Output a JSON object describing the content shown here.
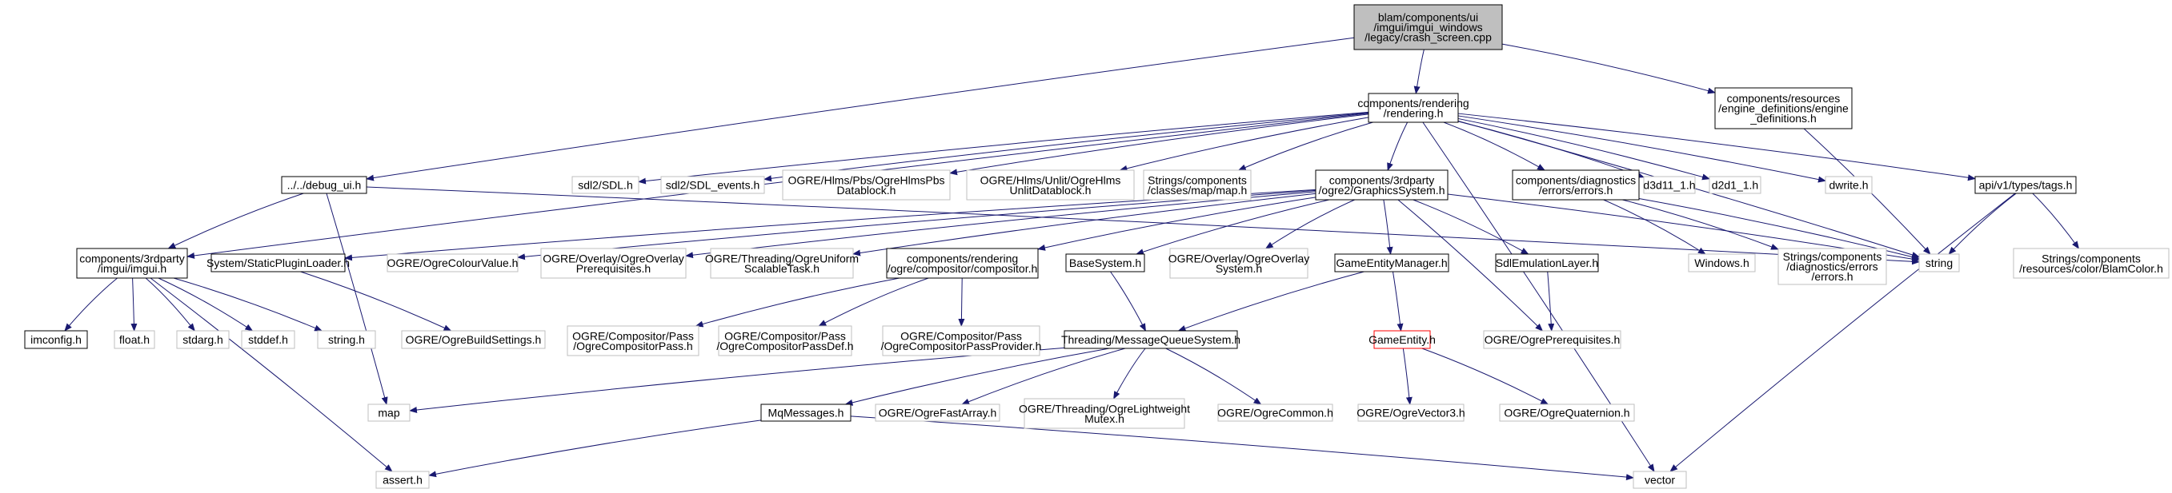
{
  "graph": {
    "nodes": [
      {
        "id": "root",
        "lines": [
          "blam/components/ui",
          "/imgui/imgui_windows",
          "/legacy/crash_screen.cpp"
        ],
        "style": "root"
      },
      {
        "id": "debug_ui",
        "lines": [
          "../../debug_ui.h"
        ],
        "style": "doc"
      },
      {
        "id": "rendering",
        "lines": [
          "components/rendering",
          "/rendering.h"
        ],
        "style": "doc"
      },
      {
        "id": "engine_defs",
        "lines": [
          "components/resources",
          "/engine_definitions/engine",
          "_definitions.h"
        ],
        "style": "doc"
      },
      {
        "id": "sdl",
        "lines": [
          "sdl2/SDL.h"
        ],
        "style": "ext"
      },
      {
        "id": "sdl_events",
        "lines": [
          "sdl2/SDL_events.h"
        ],
        "style": "ext"
      },
      {
        "id": "hlmspbs",
        "lines": [
          "OGRE/Hlms/Pbs/OgreHlmsPbs",
          "Datablock.h"
        ],
        "style": "ext"
      },
      {
        "id": "hlmsunlit",
        "lines": [
          "OGRE/Hlms/Unlit/OgreHlms",
          "UnlitDatablock.h"
        ],
        "style": "ext"
      },
      {
        "id": "strmap",
        "lines": [
          "Strings/components",
          "/classes/map/map.h"
        ],
        "style": "ext"
      },
      {
        "id": "graphicssystem",
        "lines": [
          "components/3rdparty",
          "/ogre2/GraphicsSystem.h"
        ],
        "style": "doc"
      },
      {
        "id": "diag_errors",
        "lines": [
          "components/diagnostics",
          "/errors/errors.h"
        ],
        "style": "doc"
      },
      {
        "id": "d3d11",
        "lines": [
          "d3d11_1.h"
        ],
        "style": "ext"
      },
      {
        "id": "d2d1",
        "lines": [
          "d2d1_1.h"
        ],
        "style": "ext"
      },
      {
        "id": "dwrite",
        "lines": [
          "dwrite.h"
        ],
        "style": "ext"
      },
      {
        "id": "tags",
        "lines": [
          "api/v1/types/tags.h"
        ],
        "style": "doc"
      },
      {
        "id": "imgui",
        "lines": [
          "components/3rdparty",
          "/imgui/imgui.h"
        ],
        "style": "doc"
      },
      {
        "id": "staticplugin",
        "lines": [
          "System/StaticPluginLoader.h"
        ],
        "style": "doc"
      },
      {
        "id": "colourvalue",
        "lines": [
          "OGRE/OgreColourValue.h"
        ],
        "style": "ext"
      },
      {
        "id": "overlayprereq",
        "lines": [
          "OGRE/Overlay/OgreOverlay",
          "Prerequisites.h"
        ],
        "style": "ext"
      },
      {
        "id": "uniformtask",
        "lines": [
          "OGRE/Threading/OgreUniform",
          "ScalableTask.h"
        ],
        "style": "ext"
      },
      {
        "id": "compositor",
        "lines": [
          "components/rendering",
          "/ogre/compositor/compositor.h"
        ],
        "style": "doc"
      },
      {
        "id": "basesystem",
        "lines": [
          "BaseSystem.h"
        ],
        "style": "doc"
      },
      {
        "id": "overlaysystem",
        "lines": [
          "OGRE/Overlay/OgreOverlay",
          "System.h"
        ],
        "style": "ext"
      },
      {
        "id": "gem",
        "lines": [
          "GameEntityManager.h"
        ],
        "style": "doc"
      },
      {
        "id": "sdlemu",
        "lines": [
          "SdlEmulationLayer.h"
        ],
        "style": "doc"
      },
      {
        "id": "windows",
        "lines": [
          "Windows.h"
        ],
        "style": "ext"
      },
      {
        "id": "strdiag",
        "lines": [
          "Strings/components",
          "/diagnostics/errors",
          "/errors.h"
        ],
        "style": "ext"
      },
      {
        "id": "string",
        "lines": [
          "string"
        ],
        "style": "ext"
      },
      {
        "id": "blamcolor",
        "lines": [
          "Strings/components",
          "/resources/color/BlamColor.h"
        ],
        "style": "ext"
      },
      {
        "id": "imconfig",
        "lines": [
          "imconfig.h"
        ],
        "style": "doc"
      },
      {
        "id": "float",
        "lines": [
          "float.h"
        ],
        "style": "ext"
      },
      {
        "id": "stdarg",
        "lines": [
          "stdarg.h"
        ],
        "style": "ext"
      },
      {
        "id": "stddef",
        "lines": [
          "stddef.h"
        ],
        "style": "ext"
      },
      {
        "id": "string_h",
        "lines": [
          "string.h"
        ],
        "style": "ext"
      },
      {
        "id": "buildsettings",
        "lines": [
          "OGRE/OgreBuildSettings.h"
        ],
        "style": "ext"
      },
      {
        "id": "comppass",
        "lines": [
          "OGRE/Compositor/Pass",
          "/OgreCompositorPass.h"
        ],
        "style": "ext"
      },
      {
        "id": "comppassdef",
        "lines": [
          "OGRE/Compositor/Pass",
          "/OgreCompositorPassDef.h"
        ],
        "style": "ext"
      },
      {
        "id": "comppassprov",
        "lines": [
          "OGRE/Compositor/Pass",
          "/OgreCompositorPassProvider.h"
        ],
        "style": "ext"
      },
      {
        "id": "mqsystem",
        "lines": [
          "Threading/MessageQueueSystem.h"
        ],
        "style": "doc"
      },
      {
        "id": "gameentity",
        "lines": [
          "GameEntity.h"
        ],
        "style": "red"
      },
      {
        "id": "ogreprereq",
        "lines": [
          "OGRE/OgrePrerequisites.h"
        ],
        "style": "ext"
      },
      {
        "id": "map",
        "lines": [
          "map"
        ],
        "style": "ext"
      },
      {
        "id": "mqmessages",
        "lines": [
          "MqMessages.h"
        ],
        "style": "doc"
      },
      {
        "id": "fastarray",
        "lines": [
          "OGRE/OgreFastArray.h"
        ],
        "style": "ext"
      },
      {
        "id": "lwmutex",
        "lines": [
          "OGRE/Threading/OgreLightweight",
          "Mutex.h"
        ],
        "style": "ext"
      },
      {
        "id": "ogrecommon",
        "lines": [
          "OGRE/OgreCommon.h"
        ],
        "style": "ext"
      },
      {
        "id": "vector3",
        "lines": [
          "OGRE/OgreVector3.h"
        ],
        "style": "ext"
      },
      {
        "id": "quaternion",
        "lines": [
          "OGRE/OgreQuaternion.h"
        ],
        "style": "ext"
      },
      {
        "id": "assert",
        "lines": [
          "assert.h"
        ],
        "style": "ext"
      },
      {
        "id": "vector",
        "lines": [
          "vector"
        ],
        "style": "ext"
      }
    ],
    "edges": [
      [
        "root",
        "debug_ui"
      ],
      [
        "root",
        "rendering"
      ],
      [
        "root",
        "engine_defs"
      ],
      [
        "debug_ui",
        "imgui"
      ],
      [
        "debug_ui",
        "string"
      ],
      [
        "debug_ui",
        "map"
      ],
      [
        "rendering",
        "sdl"
      ],
      [
        "rendering",
        "sdl_events"
      ],
      [
        "rendering",
        "hlmspbs"
      ],
      [
        "rendering",
        "hlmsunlit"
      ],
      [
        "rendering",
        "strmap"
      ],
      [
        "rendering",
        "graphicssystem"
      ],
      [
        "rendering",
        "diag_errors"
      ],
      [
        "rendering",
        "d3d11"
      ],
      [
        "rendering",
        "d2d1"
      ],
      [
        "rendering",
        "dwrite"
      ],
      [
        "rendering",
        "tags"
      ],
      [
        "rendering",
        "string"
      ],
      [
        "rendering",
        "vector"
      ],
      [
        "rendering",
        "imgui"
      ],
      [
        "engine_defs",
        "string"
      ],
      [
        "graphicssystem",
        "staticplugin"
      ],
      [
        "graphicssystem",
        "colourvalue"
      ],
      [
        "graphicssystem",
        "overlayprereq"
      ],
      [
        "graphicssystem",
        "uniformtask"
      ],
      [
        "graphicssystem",
        "compositor"
      ],
      [
        "graphicssystem",
        "basesystem"
      ],
      [
        "graphicssystem",
        "overlaysystem"
      ],
      [
        "graphicssystem",
        "gem"
      ],
      [
        "graphicssystem",
        "sdlemu"
      ],
      [
        "graphicssystem",
        "ogreprereq"
      ],
      [
        "graphicssystem",
        "string"
      ],
      [
        "diag_errors",
        "windows"
      ],
      [
        "diag_errors",
        "strdiag"
      ],
      [
        "diag_errors",
        "string"
      ],
      [
        "tags",
        "string"
      ],
      [
        "tags",
        "blamcolor"
      ],
      [
        "tags",
        "vector"
      ],
      [
        "imgui",
        "imconfig"
      ],
      [
        "imgui",
        "float"
      ],
      [
        "imgui",
        "stdarg"
      ],
      [
        "imgui",
        "stddef"
      ],
      [
        "imgui",
        "string_h"
      ],
      [
        "imgui",
        "assert"
      ],
      [
        "staticplugin",
        "buildsettings"
      ],
      [
        "compositor",
        "comppass"
      ],
      [
        "compositor",
        "comppassdef"
      ],
      [
        "compositor",
        "comppassprov"
      ],
      [
        "basesystem",
        "mqsystem"
      ],
      [
        "gem",
        "mqsystem"
      ],
      [
        "gem",
        "gameentity"
      ],
      [
        "sdlemu",
        "ogreprereq"
      ],
      [
        "mqsystem",
        "map"
      ],
      [
        "mqsystem",
        "mqmessages"
      ],
      [
        "mqsystem",
        "fastarray"
      ],
      [
        "mqsystem",
        "lwmutex"
      ],
      [
        "mqsystem",
        "ogrecommon"
      ],
      [
        "gameentity",
        "vector3"
      ],
      [
        "gameentity",
        "quaternion"
      ],
      [
        "mqmessages",
        "assert"
      ],
      [
        "mqmessages",
        "vector"
      ]
    ]
  }
}
